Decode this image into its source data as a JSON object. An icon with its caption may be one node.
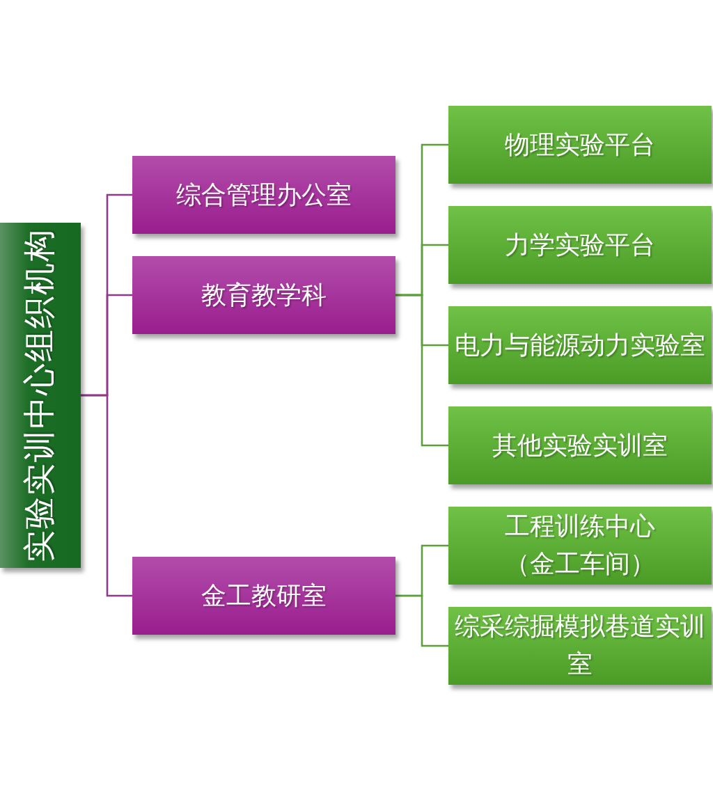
{
  "diagram": {
    "nodes": [
      {
        "text": [
          "实验实训中心组织机构"
        ]
      },
      {
        "text": [
          "综合管理办公室"
        ]
      },
      {
        "text": [
          "教育教学科"
        ]
      },
      {
        "text": [
          "金工教研室"
        ]
      },
      {
        "text": [
          "物理实验平台"
        ]
      },
      {
        "text": [
          "力学实验平台"
        ]
      },
      {
        "text": [
          "电力与能源动力实验室"
        ]
      },
      {
        "text": [
          "其他实验实训室"
        ]
      },
      {
        "text": [
          "工程训练中心",
          "（金工车间）"
        ]
      },
      {
        "text": [
          "综采综掘模拟巷道实训室"
        ]
      }
    ],
    "edges": [
      {
        "from": 0,
        "to": 1,
        "arrow": "none",
        "color": "#8e3a89"
      },
      {
        "from": 0,
        "to": 2,
        "arrow": "none",
        "color": "#8e3a89"
      },
      {
        "from": 0,
        "to": 3,
        "arrow": "none",
        "color": "#8e3a89"
      },
      {
        "from": 2,
        "to": 4,
        "arrow": "none"
      },
      {
        "from": 2,
        "to": 5,
        "arrow": "none"
      },
      {
        "from": 2,
        "to": 6,
        "arrow": "none"
      },
      {
        "from": 2,
        "to": 7,
        "arrow": "none"
      },
      {
        "from": 3,
        "to": 8,
        "arrow": "none"
      },
      {
        "from": 3,
        "to": 9,
        "arrow": "none"
      }
    ]
  }
}
